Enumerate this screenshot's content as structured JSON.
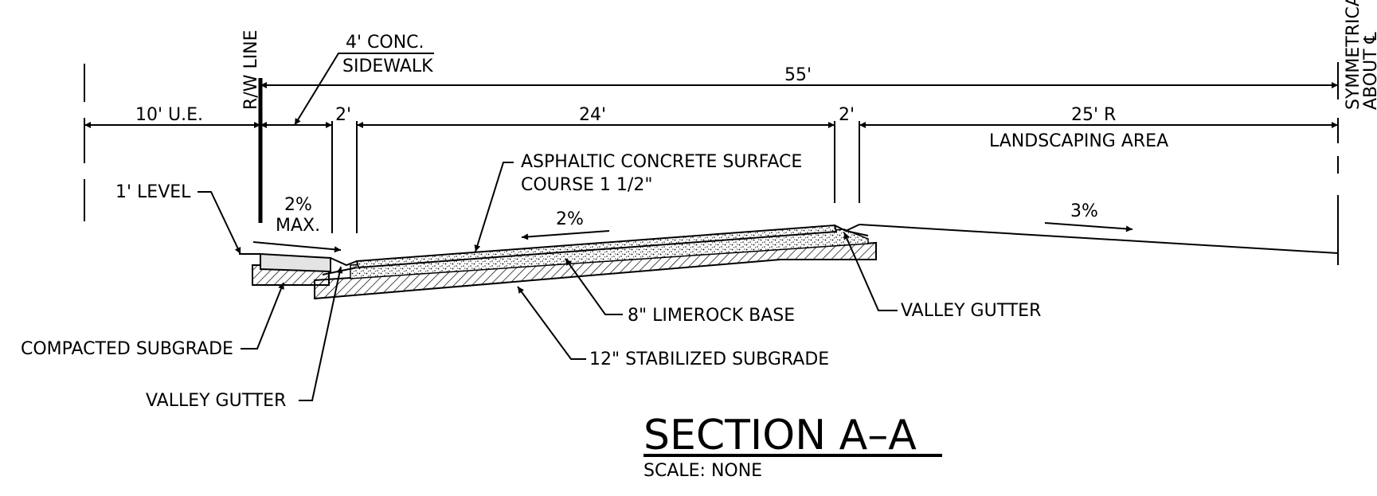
{
  "drawing": {
    "title": "SECTION A–A",
    "scale": "SCALE: NONE",
    "labels": {
      "rw_line": "R/W LINE",
      "sidewalk_1": "4' CONC.",
      "sidewalk_2": "SIDEWALK",
      "dim_55": "55'",
      "dim_10_ue": "10' U.E.",
      "dim_2_left": "2'",
      "dim_24": "24'",
      "dim_2_right": "2'",
      "dim_25_r": "25' R",
      "landscaping": "LANDSCAPING AREA",
      "symmetrical_1": "SYMMETRICAL",
      "symmetrical_2": "ABOUT ℄",
      "level": "1' LEVEL",
      "slope_2_max_1": "2%",
      "slope_2_max_2": "MAX.",
      "asphalt_1": "ASPHALTIC CONCRETE SURFACE",
      "asphalt_2": "COURSE 1 1/2\"",
      "slope_road": "2%",
      "slope_land": "3%",
      "limerock": "8\" LIMEROCK BASE",
      "valley_gutter_right": "VALLEY GUTTER",
      "compacted": "COMPACTED SUBGRADE",
      "stabilized": "12\" STABILIZED SUBGRADE",
      "valley_gutter_left": "VALLEY GUTTER"
    }
  }
}
